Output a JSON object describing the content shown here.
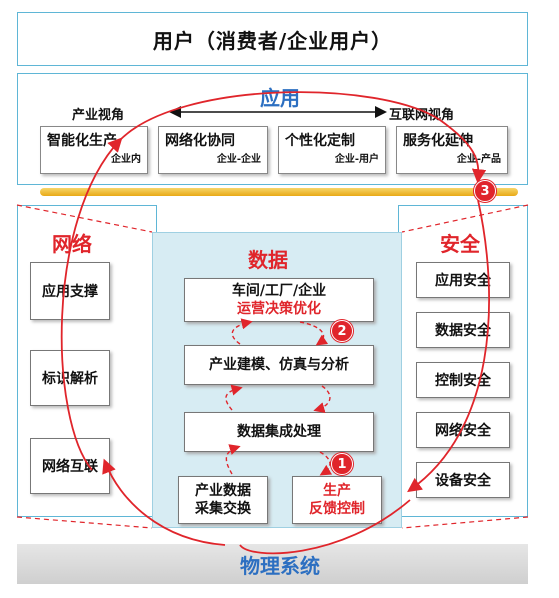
{
  "user_bar": {
    "label": "用户（消费者/企业用户）"
  },
  "application": {
    "title": "应用",
    "left_perspective": "产业视角",
    "right_perspective": "互联网视角",
    "boxes": [
      {
        "main": "智能化生产",
        "sub": "企业内"
      },
      {
        "main": "网络化协同",
        "sub": "企业-企业"
      },
      {
        "main": "个性化定制",
        "sub": "企业-用户"
      },
      {
        "main": "服务化延伸",
        "sub": "企业-产品"
      }
    ]
  },
  "network": {
    "title": "网络",
    "items": [
      "应用支撑",
      "标识解析",
      "网络互联"
    ]
  },
  "data": {
    "title": "数据",
    "top_box": {
      "line1": "车间/工厂/企业",
      "line2": "运营决策优化"
    },
    "modeling_box": "产业建模、仿真与分析",
    "integration_box": "数据集成处理",
    "collect_box": {
      "line1": "产业数据",
      "line2": "采集交换"
    },
    "feedback_box": {
      "line1": "生产",
      "line2": "反馈控制"
    }
  },
  "security": {
    "title": "安全",
    "items": [
      "应用安全",
      "数据安全",
      "控制安全",
      "网络安全",
      "设备安全"
    ]
  },
  "physical": {
    "title": "物理系统"
  },
  "badges": [
    "1",
    "2",
    "3"
  ],
  "colors": {
    "accent_red": "#e0252b",
    "accent_blue": "#2c6fc1",
    "frame": "#5fb6d6"
  }
}
